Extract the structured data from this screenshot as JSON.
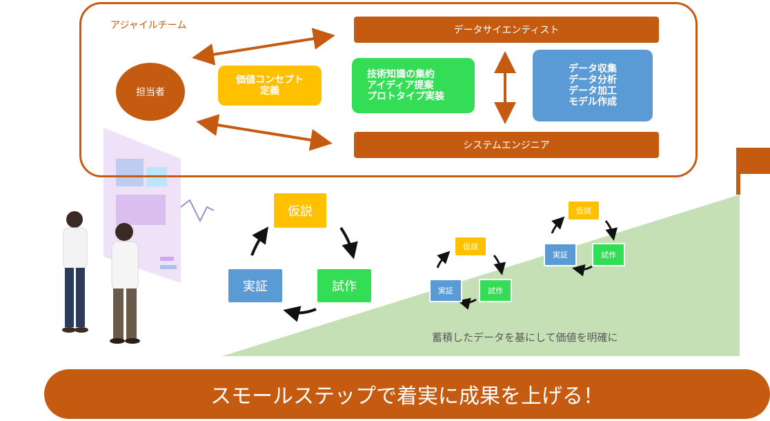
{
  "team": {
    "label": "アジャイルチーム",
    "data_scientist": "データサイエンティスト",
    "system_engineer": "システムエンジニア",
    "person_in_charge": "担当者",
    "value_concept": "価値コンセプト\n定義",
    "knowledge": "技術知識の集約\nアイディア提案\nプロトタイプ実装",
    "data_tasks": "データ収集\nデータ分析\nデータ加工\nモデル作成"
  },
  "cycle_large": {
    "hypothesis": "仮説",
    "prototype": "試作",
    "verification": "実証"
  },
  "cycle_small_1": {
    "hypothesis": "仮説",
    "prototype": "試作",
    "verification": "実証"
  },
  "cycle_small_2": {
    "hypothesis": "仮説",
    "prototype": "試作",
    "verification": "実証"
  },
  "slope_caption": "蓄積したデータを基にして価値を明確に",
  "banner": "スモールステップで着実に成果を上げる！",
  "colors": {
    "brand_orange": "#c55a11",
    "yellow": "#ffc000",
    "green": "#33dd55",
    "blue": "#5b9bd5",
    "slope_green": "#c5e0b4"
  }
}
